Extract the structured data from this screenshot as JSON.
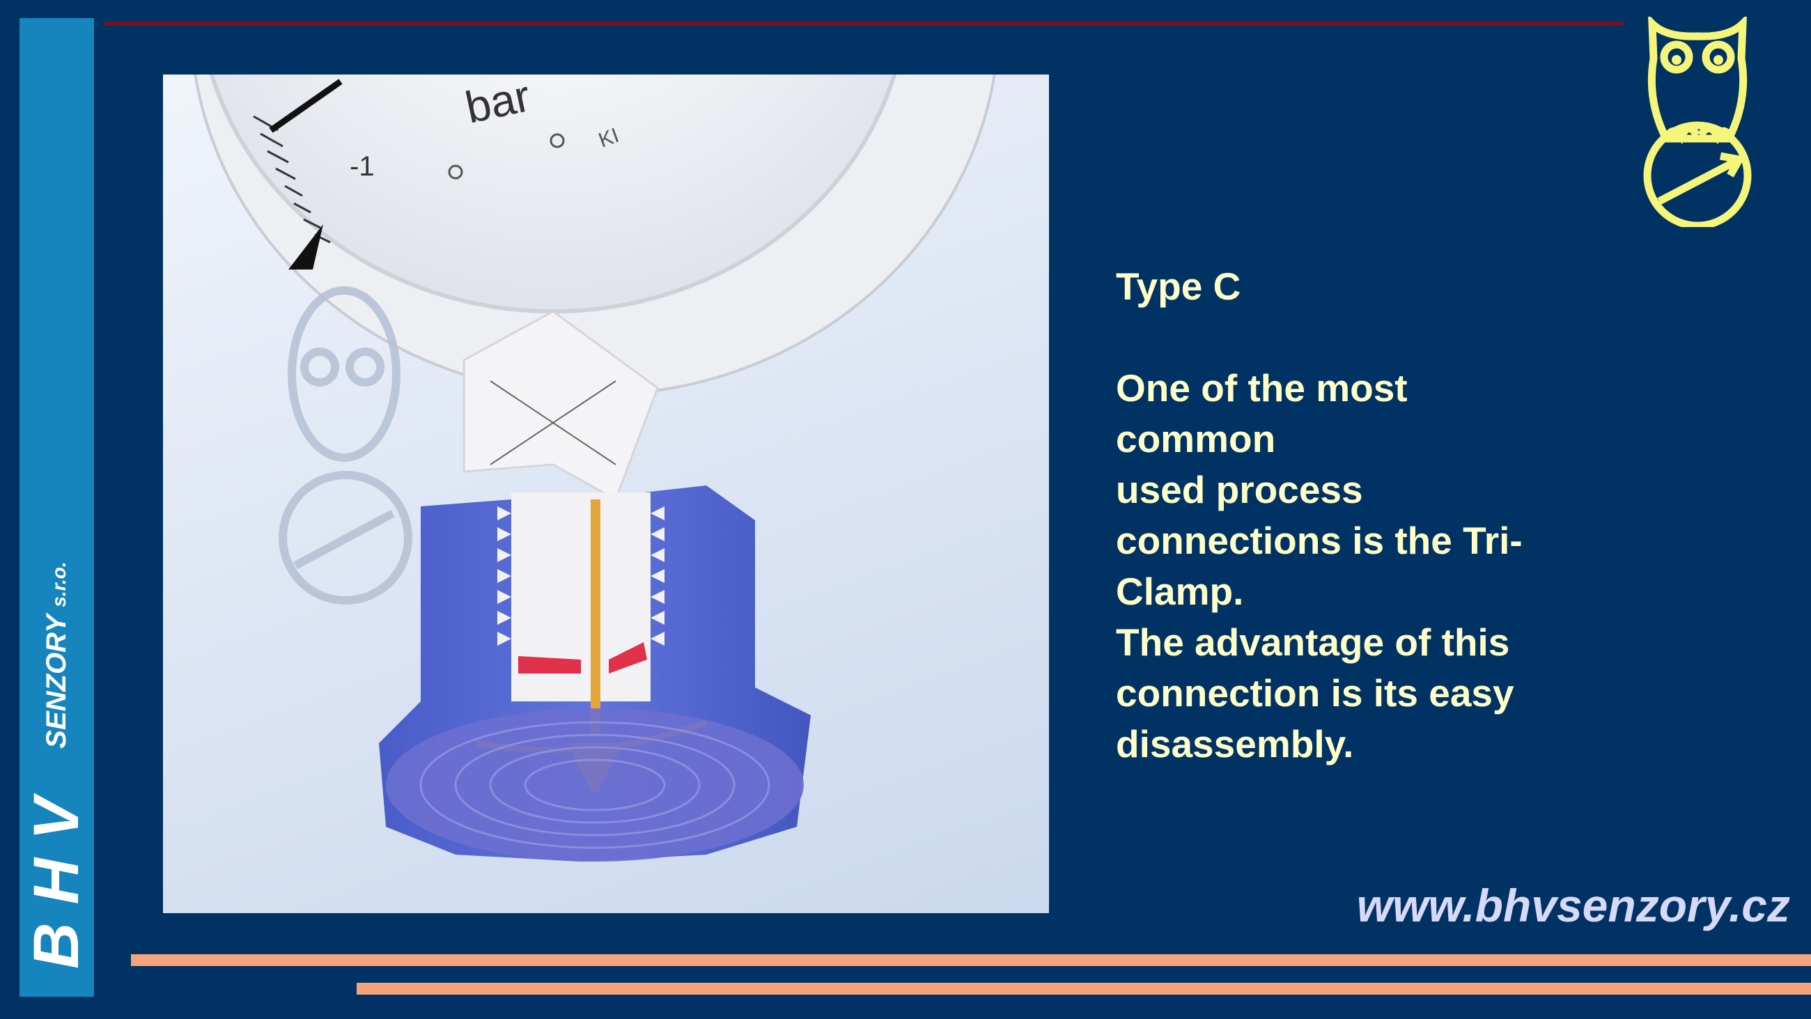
{
  "brand": {
    "letters": [
      "B",
      "H",
      "V"
    ],
    "name": "SENZORY",
    "suffix": "s.r.o."
  },
  "figure": {
    "gauge_unit": "bar",
    "gauge_tick_minus1": "-1",
    "gauge_mark": "KI"
  },
  "content": {
    "title": "Type C",
    "lines": [
      "One of the most",
      "common",
      "used process",
      "connections is the Tri-",
      "Clamp.",
      "The advantage of this",
      "connection is its easy",
      "disassembly."
    ]
  },
  "footer": {
    "url": "www.bhvsenzory.cz"
  },
  "colors": {
    "background": "#003264",
    "sidebar": "#1685bd",
    "accent_bars": "#f5a37a",
    "top_line": "#7a1020",
    "text": "#ffffc8",
    "logo": "#f5f57a",
    "fitting": "#5b6fd6"
  },
  "icons": {
    "logo": "owl-with-gauge-icon",
    "watermark": "owl-watermark-icon"
  }
}
